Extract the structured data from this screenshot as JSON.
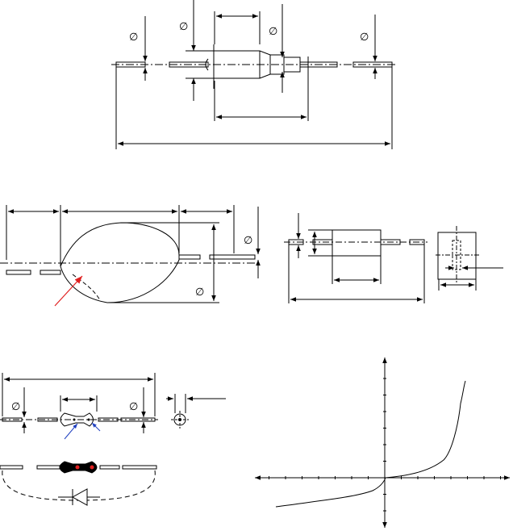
{
  "symbols": {
    "diameter": "∅",
    "diameter_outline": "∅"
  },
  "colors": {
    "line": "#000000",
    "leader_red": "#e02020",
    "leader_blue": "#2040c0",
    "body_fill": "#000000",
    "band_red": "#e02020"
  },
  "diagram": {
    "views": [
      "axial-component-side-view",
      "teardrop-component-side-view",
      "cylinder-component-side-view",
      "cylinder-component-end-view",
      "glass-diode-outline",
      "glass-diode-body",
      "diode-symbol",
      "vi-characteristic-curve"
    ]
  }
}
